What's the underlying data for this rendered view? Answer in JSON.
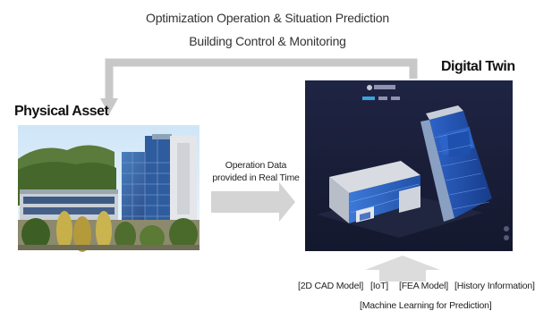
{
  "top_labels": {
    "line1": "Optimization Operation & Situation Prediction",
    "line2": "Building Control & Monitoring"
  },
  "physical_asset": {
    "title": "Physical Asset"
  },
  "digital_twin": {
    "title": "Digital Twin"
  },
  "data_flow": {
    "line1": "Operation Data",
    "line2": "provided in Real Time"
  },
  "inputs": {
    "items": [
      "[2D CAD Model]",
      "[IoT]",
      "[FEA Model]",
      "[History Information]"
    ],
    "extra": "[Machine Learning for Prediction]"
  },
  "colors": {
    "arrow_gray": "#c8c8c8",
    "screen_bg": "#1a1f38",
    "sky": "#d5e9f6"
  }
}
